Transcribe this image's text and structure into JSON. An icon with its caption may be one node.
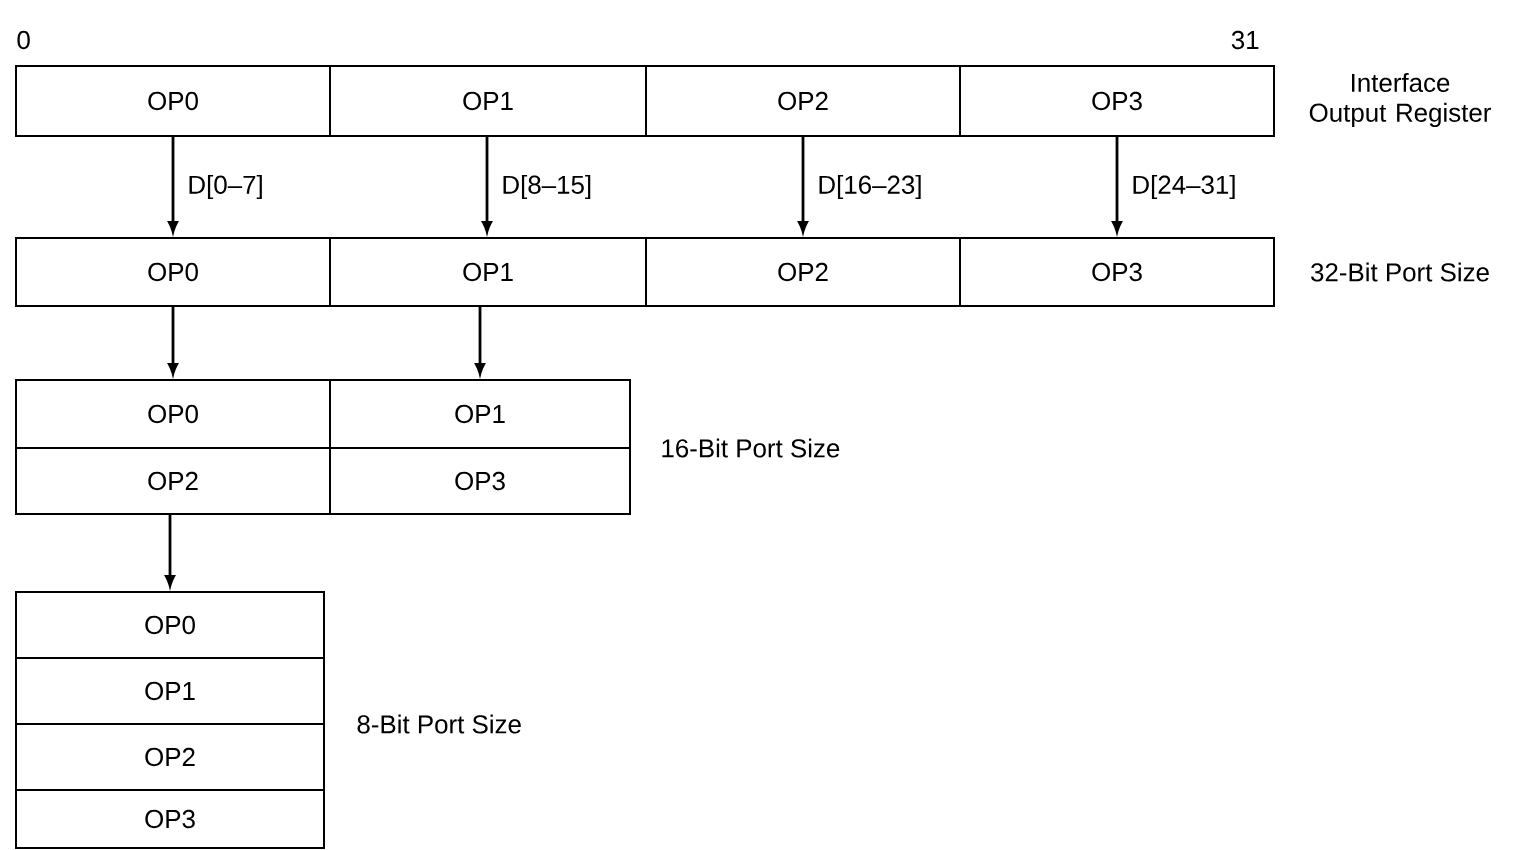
{
  "diagram": {
    "nodes": [
      {
        "text": [
          "OP0"
        ]
      },
      {
        "text": [
          "OP1"
        ]
      },
      {
        "text": [
          "OP2"
        ]
      },
      {
        "text": [
          "OP3"
        ]
      },
      {
        "text": [
          "OP0"
        ]
      },
      {
        "text": [
          "OP1"
        ]
      },
      {
        "text": [
          "OP2"
        ]
      },
      {
        "text": [
          "OP3"
        ]
      },
      {
        "text": [
          "OP0"
        ]
      },
      {
        "text": [
          "OP1"
        ]
      },
      {
        "text": [
          "OP2"
        ]
      },
      {
        "text": [
          "OP3"
        ]
      },
      {
        "text": [
          "OP0"
        ]
      },
      {
        "text": [
          "OP1"
        ]
      },
      {
        "text": [
          "OP2"
        ]
      },
      {
        "text": [
          "OP3"
        ]
      }
    ],
    "edges": [
      {
        "from": 0,
        "to": 4,
        "arrow": "to",
        "label": "D[0–7]"
      },
      {
        "from": 1,
        "to": 5,
        "arrow": "to",
        "label": "D[8–15]"
      },
      {
        "from": 2,
        "to": 6,
        "arrow": "to",
        "label": "D[16–23]"
      },
      {
        "from": 3,
        "to": 7,
        "arrow": "to",
        "label": "D[24–31]"
      },
      {
        "from": 4,
        "to": 8,
        "arrow": "to"
      },
      {
        "from": 5,
        "to": 9,
        "arrow": "to"
      },
      {
        "from": 10,
        "to": 12,
        "arrow": "to"
      }
    ],
    "labels": [
      "0",
      "31",
      "Interface Output Register",
      "32-Bit Port Size",
      "16-Bit Port Size",
      "8-Bit Port Size"
    ]
  }
}
